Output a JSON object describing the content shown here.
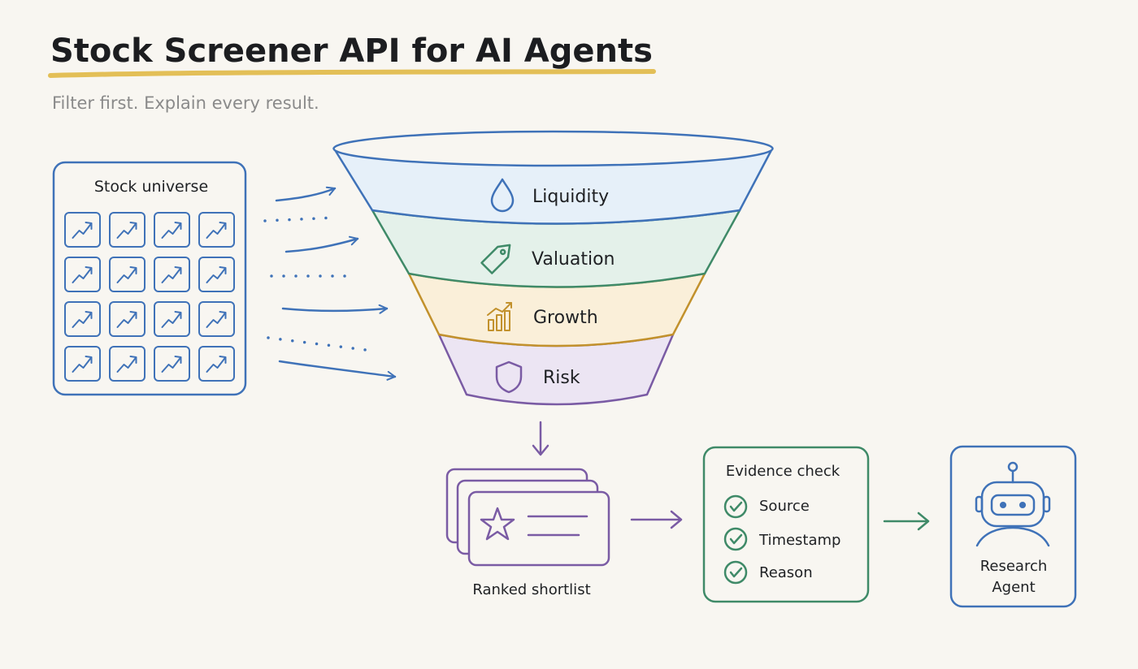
{
  "title": "Stock Screener API for AI Agents",
  "subtitle": "Filter first. Explain every result.",
  "universe": {
    "label": "Stock universe"
  },
  "funnel": {
    "layers": [
      {
        "label": "Liquidity",
        "icon": "droplet-icon",
        "color": "#3f72b8",
        "fill": "#e6f0f9"
      },
      {
        "label": "Valuation",
        "icon": "price-tag-icon",
        "color": "#3f8a68",
        "fill": "#e4f1ea"
      },
      {
        "label": "Growth",
        "icon": "growth-chart-icon",
        "color": "#c2912c",
        "fill": "#faefd9"
      },
      {
        "label": "Risk",
        "icon": "shield-icon",
        "color": "#7a5ba4",
        "fill": "#ece5f3"
      }
    ]
  },
  "shortlist": {
    "label": "Ranked shortlist"
  },
  "evidence": {
    "title": "Evidence check",
    "items": [
      "Source",
      "Timestamp",
      "Reason"
    ]
  },
  "agent": {
    "label_line1": "Research",
    "label_line2": "Agent"
  },
  "colors": {
    "blue": "#3f72b8",
    "green": "#3f8a68",
    "gold": "#c2912c",
    "purple": "#7a5ba4",
    "highlight": "#e3bf57"
  }
}
